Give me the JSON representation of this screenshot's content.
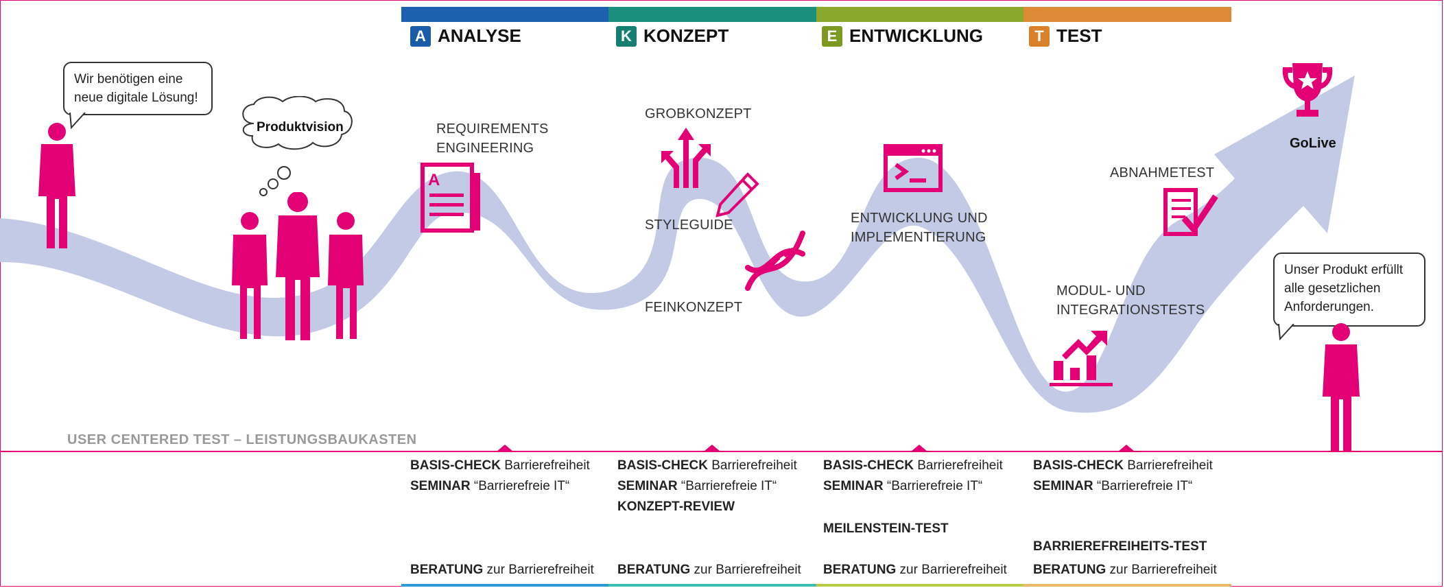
{
  "phases": [
    {
      "letter": "A",
      "name": "ANALYSE",
      "color": "#1a5ca8",
      "bar": "#1d60b0",
      "bottom": "#2b9ad6"
    },
    {
      "letter": "K",
      "name": "KONZEPT",
      "color": "#158072",
      "bar": "#1a8f7e",
      "bottom": "#3bbfb0"
    },
    {
      "letter": "E",
      "name": "ENTWICKLUNG",
      "color": "#7c9a22",
      "bar": "#8aa82c",
      "bottom": "#b7cc42"
    },
    {
      "letter": "T",
      "name": "TEST",
      "color": "#d9822b",
      "bar": "#dd8a36",
      "bottom": "#ecb766"
    }
  ],
  "bubbles": {
    "left_speech": "Wir benötigen eine\nneue digitale Lösung!",
    "thought": "Produktvision",
    "right_speech": "Unser Produkt erfüllt\nalle gesetzlichen\nAnforderungen."
  },
  "labels": {
    "requirements": "REQUIREMENTS\nENGINEERING",
    "grobkonzept": "GROBKONZEPT",
    "styleguide": "STYLEGUIDE",
    "feinkonzept": "FEINKONZEPT",
    "entwicklung": "ENTWICKLUNG UND\nIMPLEMENTIERUNG",
    "abnahmetest": "ABNAHMETEST",
    "modul": "MODUL- UND\nINTEGRATIONSTESTS",
    "golive": "GoLive"
  },
  "toolkit_title": "USER CENTERED TEST – LEISTUNGSBAUKASTEN",
  "columns": [
    {
      "basis_bold": "BASIS-CHECK",
      "basis_rest": " Barrierefreiheit",
      "seminar_bold": "SEMINAR",
      "seminar_rest": " “Barrierefreie IT“",
      "beratung_bold": "BERATUNG",
      "beratung_rest": " zur Barrierefreiheit"
    },
    {
      "basis_bold": "BASIS-CHECK",
      "basis_rest": " Barrierefreiheit",
      "seminar_bold": "SEMINAR",
      "seminar_rest": " “Barrierefreie IT“",
      "extra": "KONZEPT-REVIEW",
      "beratung_bold": "BERATUNG",
      "beratung_rest": " zur Barrierefreiheit"
    },
    {
      "basis_bold": "BASIS-CHECK",
      "basis_rest": " Barrierefreiheit",
      "seminar_bold": "SEMINAR",
      "seminar_rest": " “Barrierefreie IT“",
      "extra": "MEILENSTEIN-TEST",
      "beratung_bold": "BERATUNG",
      "beratung_rest": " zur Barrierefreiheit"
    },
    {
      "basis_bold": "BASIS-CHECK",
      "basis_rest": " Barrierefreiheit",
      "seminar_bold": "SEMINAR",
      "seminar_rest": " “Barrierefreie IT“",
      "extra": "BARRIEREFREIHEITS-TEST",
      "beratung_bold": "BERATUNG",
      "beratung_rest": " zur Barrierefreiheit"
    }
  ],
  "colors": {
    "magenta": "#e20074",
    "ribbon": "#c3cae6",
    "label": "#333333"
  },
  "icons": [
    "document-icon",
    "split-arrows-icon",
    "pencil-icon",
    "dna-icon",
    "terminal-window-icon",
    "checklist-icon",
    "growth-chart-icon",
    "trophy-icon",
    "person-icon"
  ]
}
